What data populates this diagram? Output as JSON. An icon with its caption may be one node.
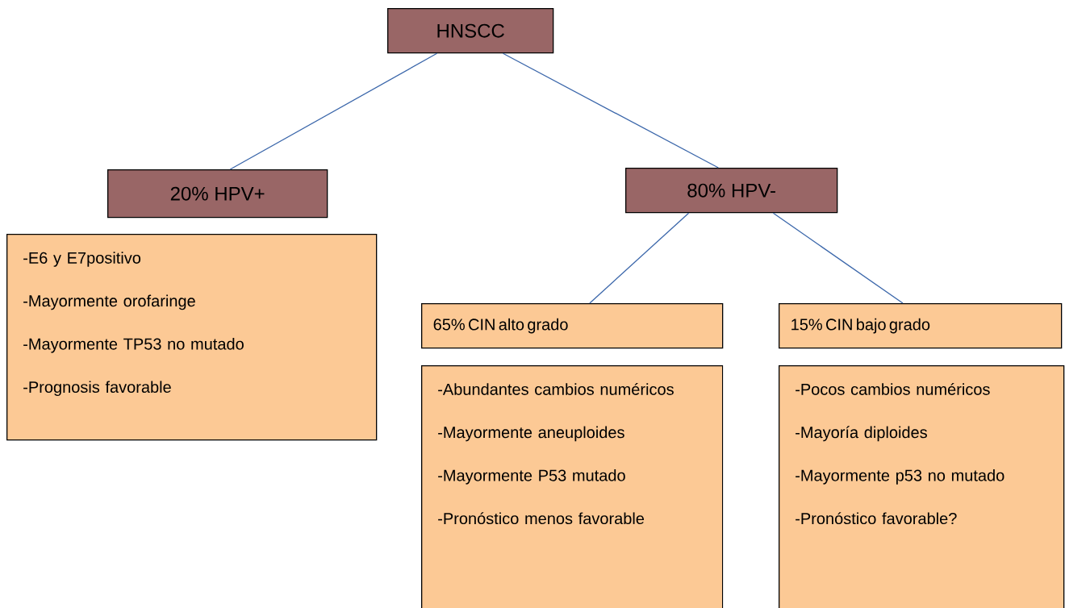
{
  "diagram": {
    "nodes": [
      {
        "text": [
          "HNSCC"
        ]
      },
      {
        "text": [
          "20% HPV+"
        ]
      },
      {
        "text": [
          "80% HPV-"
        ]
      },
      {
        "text": [
          "-E6 y E7positivo",
          "-Mayormente orofaringe",
          "-Mayormente TP53 no mutado",
          "-Prognosis favorable"
        ]
      },
      {
        "text": [
          "65% CIN alto grado"
        ]
      },
      {
        "text": [
          "15% CIN bajo grado"
        ]
      },
      {
        "text": [
          "-Abundantes cambios numéricos",
          "-Mayormente aneuploides",
          "-Mayormente P53 mutado",
          "-Pronóstico menos favorable"
        ]
      },
      {
        "text": [
          "-Pocos cambios numéricos",
          "-Mayoría diploides",
          "-Mayormente p53 no mutado",
          "-Pronóstico favorable?"
        ]
      }
    ],
    "edges": [
      {
        "from": 0,
        "to": 1,
        "arrow": "none"
      },
      {
        "from": 0,
        "to": 2,
        "arrow": "none"
      },
      {
        "from": 2,
        "to": 4,
        "arrow": "none"
      },
      {
        "from": 2,
        "to": 5,
        "arrow": "none"
      }
    ]
  }
}
